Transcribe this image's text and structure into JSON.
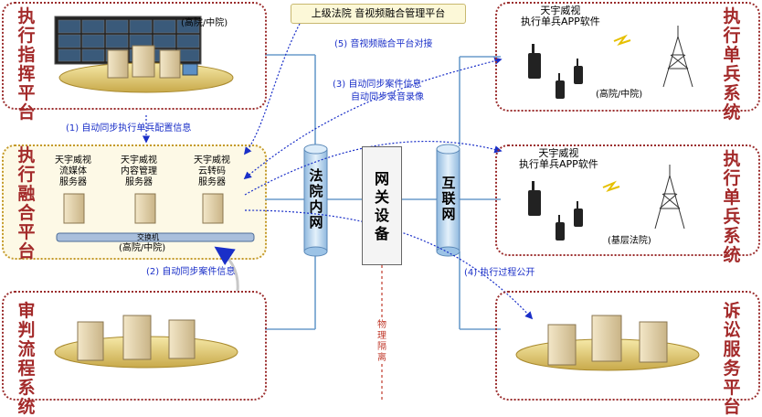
{
  "top_platform": "上级法院 音视频融合管理平台",
  "panels": {
    "command": {
      "title": "执行指挥平台",
      "sublabel": "(高院/中院)"
    },
    "fusion": {
      "title": "执行融合平台",
      "servers": [
        "天宇威视\n流媒体\n服务器",
        "天宇威视\n内容管理\n服务器",
        "天宇威视\n云转码\n服务器"
      ],
      "switch": "交换机",
      "sublabel": "(高院/中院)"
    },
    "trial": {
      "title": "审判流程系统"
    },
    "soldier1": {
      "title": "执行单兵系统",
      "app": "天宇威视\n执行单兵APP软件",
      "sublabel": "(高院/中院)"
    },
    "soldier2": {
      "title": "执行单兵系统",
      "app": "天宇威视\n执行单兵APP软件",
      "sublabel": "(基层法院)"
    },
    "litigation": {
      "title": "诉讼服务平台"
    }
  },
  "network": {
    "court_net": "法院内网",
    "gateway": "网关设备",
    "internet": "互联网",
    "isolation": "物理隔离"
  },
  "flows": {
    "f1": "(1) 自动同步执行单兵配置信息",
    "f2": "(2) 自动同步案件信息",
    "f3a": "(3) 自动同步案件信息",
    "f3b": "自动同步录音录像",
    "f4": "(4) 执行过程公开",
    "f5": "(5) 音视频融合平台对接"
  },
  "colors": {
    "panel_border": "#9b2d2d",
    "title_red": "#a32a2a",
    "flow_blue": "#1a2fc8",
    "cylinder": "#b9d6ef"
  }
}
